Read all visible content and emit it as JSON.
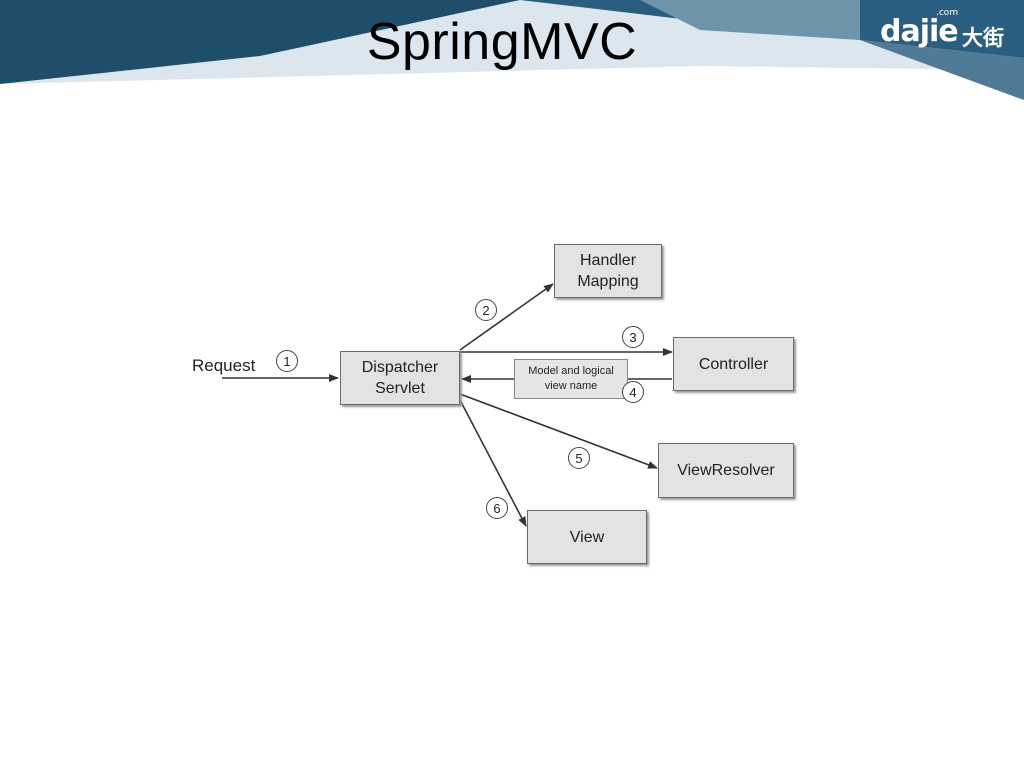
{
  "slide": {
    "title": "SpringMVC",
    "logo": {
      "brand": "dajie",
      "tld": ".com",
      "cn": "大街"
    }
  },
  "diagram": {
    "request_label": "Request",
    "boxes": {
      "dispatcher": "Dispatcher\nServlet",
      "handler_mapping": "Handler\nMapping",
      "controller": "Controller",
      "view_resolver": "ViewResolver",
      "view": "View"
    },
    "note": "Model and logical\nview name",
    "steps": [
      "1",
      "2",
      "3",
      "4",
      "5",
      "6"
    ]
  },
  "colors": {
    "header_dark": "#1f4e6b",
    "header_mid": "#4f7b96",
    "header_light": "#dbe6ee",
    "box_fill": "#e3e3e3",
    "arrow": "#333333"
  }
}
